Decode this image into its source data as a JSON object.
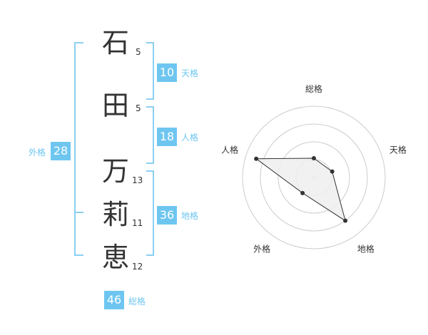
{
  "colors": {
    "accent": "#6ec6f0",
    "bracket": "#8ccff2",
    "text": "#333333",
    "ring": "#cccccc",
    "polygon_fill": "#eeeeee",
    "polygon_stroke": "#333333",
    "center_dot": "#dddddd"
  },
  "name": {
    "chars": [
      {
        "char": "石",
        "strokes": "5"
      },
      {
        "char": "田",
        "strokes": "5"
      },
      {
        "char": "万",
        "strokes": "13"
      },
      {
        "char": "莉",
        "strokes": "11"
      },
      {
        "char": "恵",
        "strokes": "12"
      }
    ]
  },
  "kakusu": {
    "tenkaku": {
      "value": "10",
      "label": "天格"
    },
    "jinkaku": {
      "value": "18",
      "label": "人格"
    },
    "chikaku": {
      "value": "36",
      "label": "地格"
    },
    "gaikaku": {
      "value": "28",
      "label": "外格"
    },
    "soukaku": {
      "value": "46",
      "label": "総格"
    }
  },
  "chart_data": {
    "type": "radar",
    "axes": [
      "総格",
      "天格",
      "地格",
      "外格",
      "人格"
    ],
    "values": [
      0.27,
      0.27,
      0.75,
      0.27,
      0.85
    ],
    "rings": 4,
    "range": [
      0,
      1
    ]
  }
}
